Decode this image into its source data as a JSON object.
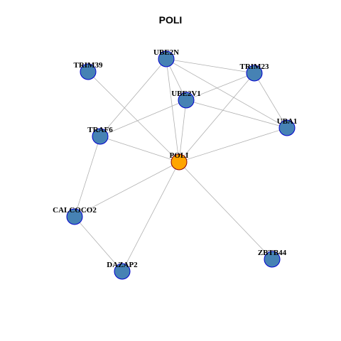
{
  "graph": {
    "title": "POLI",
    "colors": {
      "hub_fill": "#ffa500",
      "hub_stroke": "#8b0000",
      "node_fill": "#4682b4",
      "node_stroke": "#0000cd",
      "edge": "#b0b0b0"
    },
    "nodes": [
      {
        "id": "POLI",
        "label": "POLI",
        "hub": true
      },
      {
        "id": "UBE2N",
        "label": "UBE2N",
        "hub": false
      },
      {
        "id": "TRIM39",
        "label": "TRIM39",
        "hub": false
      },
      {
        "id": "TRIM23",
        "label": "TRIM23",
        "hub": false
      },
      {
        "id": "UBE2V1",
        "label": "UBE2V1",
        "hub": false
      },
      {
        "id": "UBA1",
        "label": "UBA1",
        "hub": false
      },
      {
        "id": "TRAF6",
        "label": "TRAF6",
        "hub": false
      },
      {
        "id": "CALCOCO2",
        "label": "CALCOCO2",
        "hub": false
      },
      {
        "id": "DAZAP2",
        "label": "DAZAP2",
        "hub": false
      },
      {
        "id": "ZBTB44",
        "label": "ZBTB44",
        "hub": false
      }
    ],
    "edges": [
      [
        "POLI",
        "UBE2N"
      ],
      [
        "POLI",
        "TRIM39"
      ],
      [
        "POLI",
        "TRIM23"
      ],
      [
        "POLI",
        "UBE2V1"
      ],
      [
        "POLI",
        "UBA1"
      ],
      [
        "POLI",
        "TRAF6"
      ],
      [
        "POLI",
        "CALCOCO2"
      ],
      [
        "POLI",
        "DAZAP2"
      ],
      [
        "POLI",
        "ZBTB44"
      ],
      [
        "UBE2N",
        "TRIM23"
      ],
      [
        "UBE2N",
        "UBA1"
      ],
      [
        "UBE2N",
        "UBE2V1"
      ],
      [
        "UBE2N",
        "TRAF6"
      ],
      [
        "TRIM23",
        "UBE2V1"
      ],
      [
        "TRIM23",
        "UBA1"
      ],
      [
        "UBE2V1",
        "TRAF6"
      ],
      [
        "UBE2V1",
        "UBA1"
      ],
      [
        "TRAF6",
        "CALCOCO2"
      ],
      [
        "CALCOCO2",
        "DAZAP2"
      ]
    ]
  }
}
